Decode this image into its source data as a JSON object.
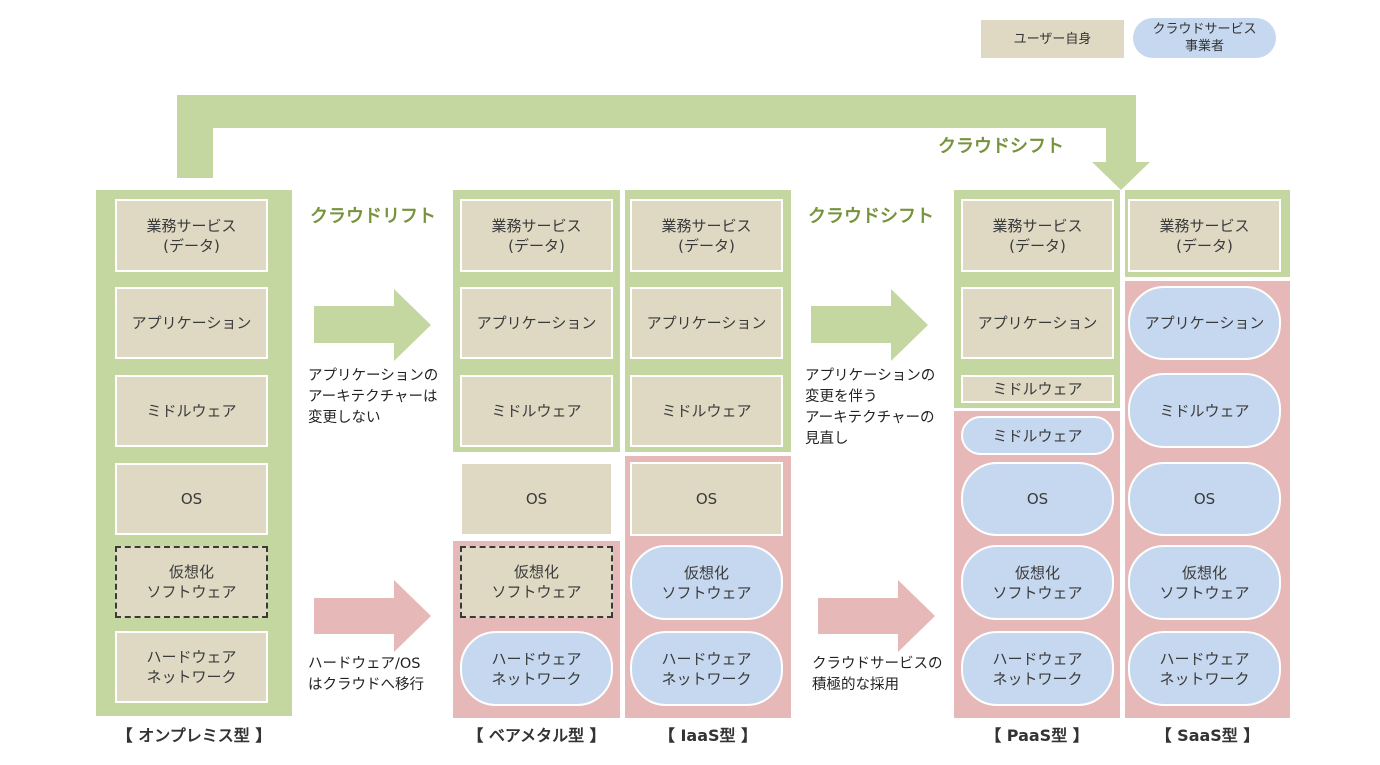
{
  "legend": {
    "user_label": "ユーザー自身",
    "provider_label": "クラウドサービス\n事業者",
    "user_color": "#dfd9c4",
    "provider_color": "#c6d8ef"
  },
  "colors": {
    "user_managed_bg": "#c5d7a0",
    "provider_managed_bg": "#e6b9b8",
    "shift_label": "#77933c"
  },
  "top_shift_label": "クラウドシフト",
  "cloud_lift": {
    "title": "クラウドリフト",
    "upper_desc": "アプリケーションの\nアーキテクチャーは\n変更しない",
    "lower_desc": "ハードウェア/OS\nはクラウドへ移行"
  },
  "cloud_shift": {
    "title": "クラウドシフト",
    "upper_desc": "アプリケーションの\n変更を伴う\nアーキテクチャーの\n見直し",
    "lower_desc": "クラウドサービスの\n積極的な採用"
  },
  "layers": {
    "business": "業務サービス\n(データ)",
    "app": "アプリケーション",
    "middleware": "ミドルウェア",
    "os": "OS",
    "virtualization": "仮想化\nソフトウェア",
    "hardware": "ハードウェア\nネットワーク"
  },
  "columns": {
    "onprem": "【 オンプレミス型 】",
    "baremetal": "【 ベアメタル型 】",
    "iaas": "【 IaaS型 】",
    "paas": "【 PaaS型 】",
    "saas": "【 SaaS型 】"
  }
}
